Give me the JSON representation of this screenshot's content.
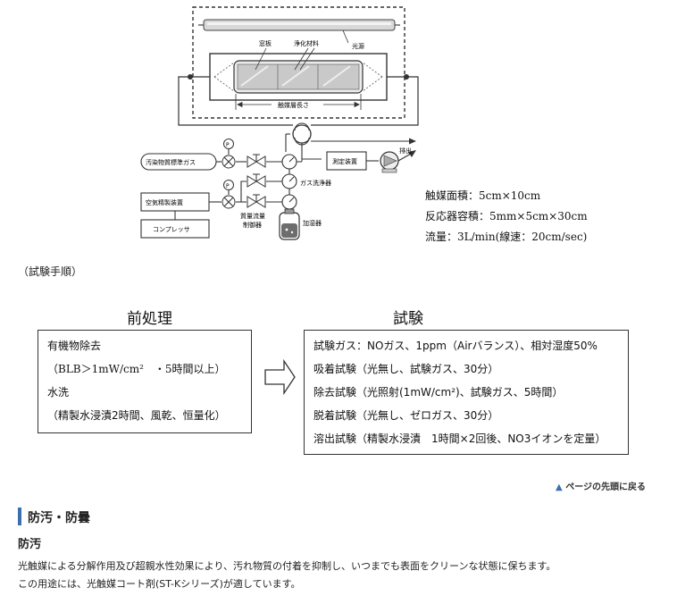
{
  "diagram": {
    "window_label": "窓板",
    "material_label": "浄化材料",
    "light_label": "光源",
    "catalyst_length_label": "触媒層長さ",
    "pollutant_label": "汚染物質標準ガス",
    "air_purifier_label": "空気精製装置",
    "compressor_label": "コンプレッサ",
    "flow_controller_label_1": "質量流量",
    "flow_controller_label_2": "制御器",
    "gas_washer_label": "ガス洗浄器",
    "humidifier_label": "加湿器",
    "measurement_label": "測定装置",
    "exhaust_label": "排出",
    "p_label": "P"
  },
  "specs": {
    "area": "触媒面積：5cm×10cm",
    "volume": "反応器容積：5mm×5cm×30cm",
    "flow": "流量：3L/min(線速：20cm/sec)"
  },
  "procedure_label": "（試験手順）",
  "pretreatment": {
    "heading": "前処理",
    "lines": [
      "有機物除去",
      "（BLB＞1mW/cm²　・5時間以上）",
      "水洗",
      "（精製水浸漬2時間、風乾、恒量化）"
    ]
  },
  "test": {
    "heading": "試験",
    "lines": [
      "試験ガス：NOガス、1ppm（Airバランス）、相対湿度50%",
      "吸着試験（光無し、試験ガス、30分）",
      "除去試験（光照射(1mW/cm²)、試験ガス、5時間）",
      "脱着試験（光無し、ゼロガス、30分）",
      "溶出試験（精製水浸漬　1時間×2回後、NO3イオンを定量）"
    ]
  },
  "back_to_top": "ページの先頭に戻る",
  "section_title": "防汚・防曇",
  "subsection_title": "防汚",
  "body_lines": [
    "光触媒による分解作用及び超親水性効果により、汚れ物質の付着を抑制し、いつまでも表面をクリーンな状態に保ちます。",
    "この用途には、光触媒コート剤(ST-Kシリーズ)が適しています。"
  ]
}
